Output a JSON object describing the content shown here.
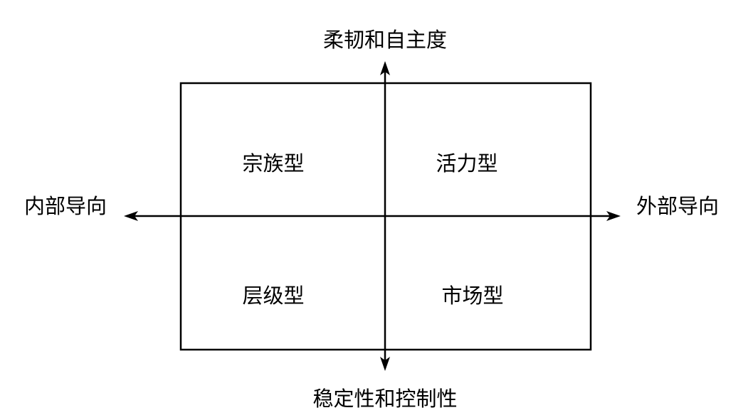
{
  "axes": {
    "top_label": "柔韧和自主度",
    "bottom_label": "稳定性和控制性",
    "left_label": "内部导向",
    "right_label": "外部导向"
  },
  "quadrants": {
    "top_left": "宗族型",
    "top_right": "活力型",
    "bottom_left": "层级型",
    "bottom_right": "市场型"
  },
  "colors": {
    "line": "#000000",
    "background": "#ffffff"
  }
}
